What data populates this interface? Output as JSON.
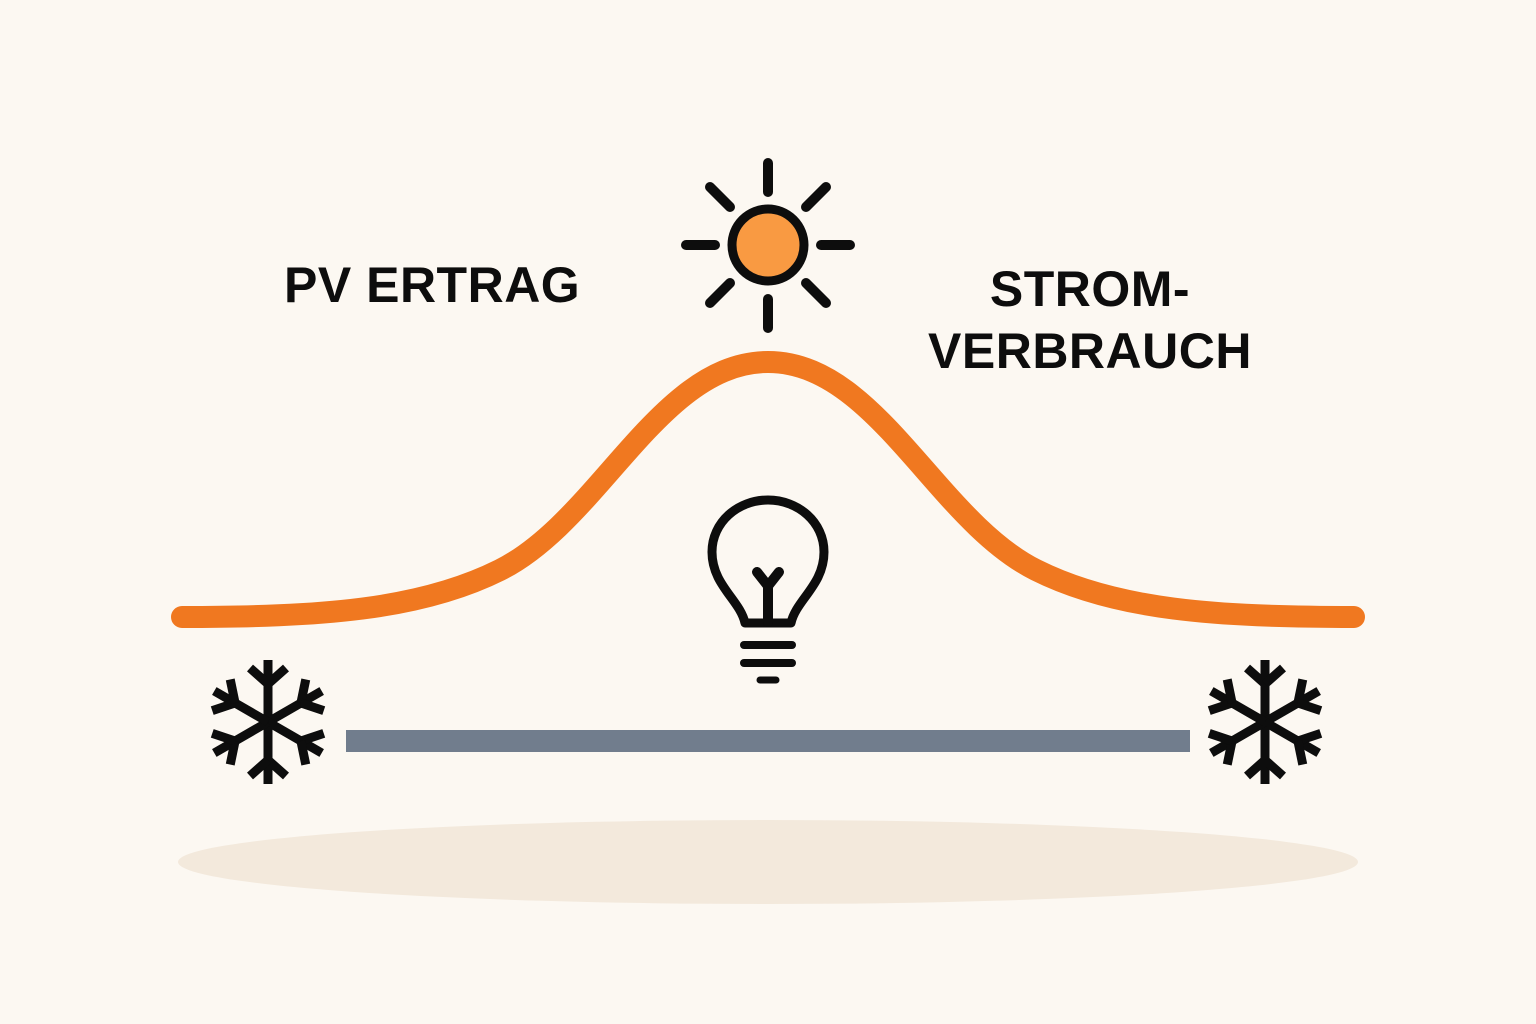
{
  "labels": {
    "pv_yield": "PV ERTRAG",
    "consumption_line1": "STROM-",
    "consumption_line2": "VERBRAUCH"
  },
  "icons": {
    "top": "sun-icon",
    "center": "lightbulb-icon",
    "left": "snowflake-icon",
    "right": "snowflake-icon"
  },
  "colors": {
    "background": "#fcf8f2",
    "pv_curve": "#f07820",
    "sun_fill": "#f99a42",
    "consumption_bar": "#717d8d",
    "shadow": "#f3e9dc",
    "ink": "#0d0d0d"
  },
  "chart_data": {
    "type": "line",
    "title": "",
    "series": [
      {
        "name": "PV ERTRAG",
        "shape": "bell curve",
        "values_relative": [
          0.0,
          0.05,
          0.3,
          0.8,
          1.0,
          0.8,
          0.3,
          0.05,
          0.0
        ]
      },
      {
        "name": "STROM-VERBRAUCH",
        "shape": "flat line",
        "values_relative": [
          0.5,
          0.5,
          0.5,
          0.5,
          0.5,
          0.5,
          0.5,
          0.5,
          0.5
        ]
      }
    ],
    "xlabel": "",
    "ylabel": "",
    "annotations": [
      "sun at peak",
      "lightbulb under curve",
      "snowflakes at both ends (winter)"
    ]
  }
}
